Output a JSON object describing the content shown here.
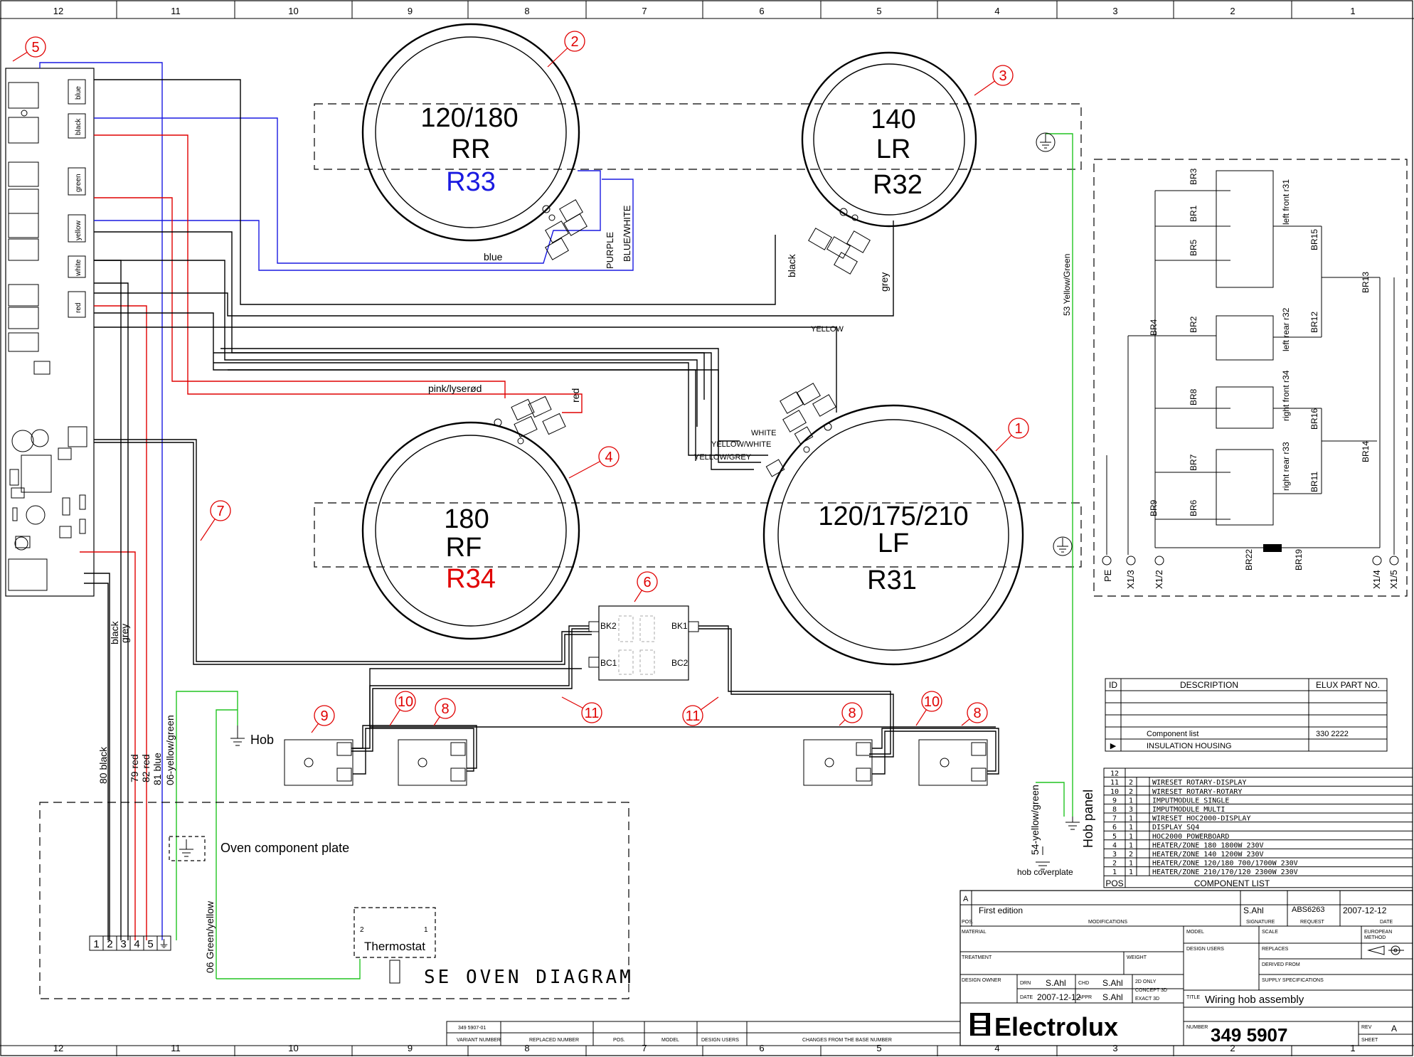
{
  "colors": {
    "red_wire": "#e00000",
    "blue_wire": "#1a1ae0",
    "green_wire": "#22c422",
    "r33_label": "#1a1ae0",
    "r34_label": "#e00000",
    "callout": "#e00000"
  },
  "grid_top": [
    "12",
    "11",
    "10",
    "9",
    "8",
    "7",
    "6",
    "5",
    "4",
    "3",
    "2",
    "1"
  ],
  "grid_bottom": [
    "12",
    "11",
    "10",
    "9",
    "8",
    "7",
    "6",
    "5",
    "4",
    "3",
    "2",
    "1"
  ],
  "zones": {
    "rr": {
      "size": "120/180",
      "name": "RR",
      "ref": "R33"
    },
    "lr": {
      "size": "140",
      "name": "LR",
      "ref": "R32"
    },
    "rf": {
      "size": "180",
      "name": "RF",
      "ref": "R34"
    },
    "lf": {
      "size": "120/175/210",
      "name": "LF",
      "ref": "R31"
    }
  },
  "callouts": [
    "5",
    "2",
    "3",
    "4",
    "1",
    "7",
    "6",
    "9",
    "10",
    "8",
    "11",
    "11",
    "8",
    "10",
    "8"
  ],
  "wire_labels": {
    "blue": "blue",
    "purple": "PURPLE",
    "blue_white": "BLUE/WHITE",
    "black_lr": "black",
    "grey_lr": "grey",
    "yellow": "YELLOW",
    "white": "WHITE",
    "yellow_white": "YELLOW/WHITE",
    "yellow_grey": "YELLOW/GREY",
    "pink": "pink/lyserød",
    "red": "red",
    "yellow_green_53": "53 Yellow/Green",
    "black_v": "black",
    "grey_v": "grey",
    "w80": "80 black",
    "w79": "79 red",
    "w82": "82 red",
    "w81": "81 blue",
    "w06yg": "06-yellow/green",
    "w06gy": "06 Green/yellow",
    "w54": "54-yellow/green"
  },
  "labels": {
    "hob": "Hob",
    "oven_plate": "Oven component plate",
    "thermostat": "Thermostat",
    "se_oven": "SE OVEN DIAGRAM",
    "hob_panel": "Hob panel",
    "hob_coverplate": "hob coverplate",
    "therm_pin2": "2",
    "therm_pin1": "1",
    "bk2": "BK2",
    "bk1": "BK1",
    "bc1": "BC1",
    "bc2": "BC2",
    "oven_terms": [
      "1",
      "2",
      "3",
      "4",
      "5",
      "⏚"
    ],
    "powerboard_tabs": [
      "blue",
      "black",
      "green",
      "yellow",
      "white",
      "red"
    ]
  },
  "schematic": {
    "br": [
      "BR3",
      "BR1",
      "BR5",
      "BR2",
      "BR4",
      "BR8",
      "BR7",
      "BR6",
      "BR9",
      "BR15",
      "BR13",
      "BR12",
      "BR16",
      "BR14",
      "BR11",
      "BR22",
      "BR19"
    ],
    "heaters": [
      "left front r31",
      "left rear r32",
      "right front r34",
      "right rear r33"
    ],
    "terminals": [
      "PE",
      "X1/3",
      "X1/2",
      "X1/4",
      "X1/5"
    ]
  },
  "component_list_header": {
    "id": "ID",
    "description": "DESCRIPTION",
    "part": "ELUX PART NO."
  },
  "component_list_rows": [
    {
      "id": "",
      "description": "",
      "part": ""
    },
    {
      "id": "",
      "description": "",
      "part": ""
    },
    {
      "id": "",
      "description": "",
      "part": ""
    },
    {
      "id": "",
      "description": "Component list",
      "part": "330 2222"
    },
    {
      "id": "▶",
      "description": "INSULATION HOUSING",
      "part": ""
    }
  ],
  "bom": [
    {
      "pos": "12",
      "qty": "",
      "desc": ""
    },
    {
      "pos": "11",
      "qty": "2",
      "desc": "WIRESET ROTARY-DISPLAY"
    },
    {
      "pos": "10",
      "qty": "2",
      "desc": "WIRESET ROTARY-ROTARY"
    },
    {
      "pos": "9",
      "qty": "1",
      "desc": "IMPUTMODULE SINGLE"
    },
    {
      "pos": "8",
      "qty": "3",
      "desc": "IMPUTMODULE MULTI"
    },
    {
      "pos": "7",
      "qty": "1",
      "desc": "WIRESET HOC2000-DISPLAY"
    },
    {
      "pos": "6",
      "qty": "1",
      "desc": "DISPLAY SQ4"
    },
    {
      "pos": "5",
      "qty": "1",
      "desc": "HOC2000 POWERBOARD"
    },
    {
      "pos": "4",
      "qty": "1",
      "desc": "HEATER/ZONE 180 1800W 230V"
    },
    {
      "pos": "3",
      "qty": "2",
      "desc": "HEATER/ZONE 140 1200W 230V"
    },
    {
      "pos": "2",
      "qty": "1",
      "desc": "HEATER/ZONE 120/180 700/1700W 230V"
    },
    {
      "pos": "1",
      "qty": "1",
      "desc": "HEATER/ZONE 210/170/120 2300W 230V"
    }
  ],
  "bom_footer": {
    "pos": "POS",
    "title": "COMPONENT LIST"
  },
  "title_block": {
    "rev_a": "A",
    "first_edition": "First edition",
    "signer": "S.Ahl",
    "req": "ABS6263",
    "date": "2007-12-12",
    "h_pos": "POS.",
    "h_mod": "MODIFICATIONS",
    "h_sig": "SIGNATURE",
    "h_req": "REQUEST",
    "h_date": "DATE",
    "material": "MATERIAL",
    "model": "MODEL",
    "scale": "SCALE",
    "european": "EUROPEAN",
    "method": "METHOD",
    "design_users": "DESIGN USERS",
    "replaces": "REPLACES",
    "treatment": "TREATMENT",
    "weight": "WEIGHT",
    "derived_from": "DERIVED FROM",
    "supply": "SUPPLY SPECIFICATIONS",
    "design_owner": "DESIGN OWNER",
    "drn": "DRN",
    "drn_v": "S.Ahl",
    "chd": "CHD",
    "chd_v": "S.Ahl",
    "date_l": "DATE",
    "date_v": "2007-12-12",
    "appr": "APPR",
    "appr_v": "S.Ahl",
    "only2d": "2D ONLY",
    "concept3d": "CONCEPT 3D",
    "exact3d": "EXACT 3D",
    "title_l": "TITLE",
    "title": "Wiring hob assembly",
    "brand": "Electrolux",
    "number_l": "NUMBER",
    "number": "349 5907",
    "rev_l": "REV",
    "rev": "A",
    "sheet_l": "SHEET"
  },
  "bottom_strip": {
    "variant_val": "349 5907-01",
    "variant": "VARIANT NUMBER",
    "replaced": "REPLACED NUMBER",
    "pos": "POS.",
    "model": "MODEL",
    "design_users": "DESIGN USERS",
    "changes": "CHANGES FROM THE BASE NUMBER"
  }
}
